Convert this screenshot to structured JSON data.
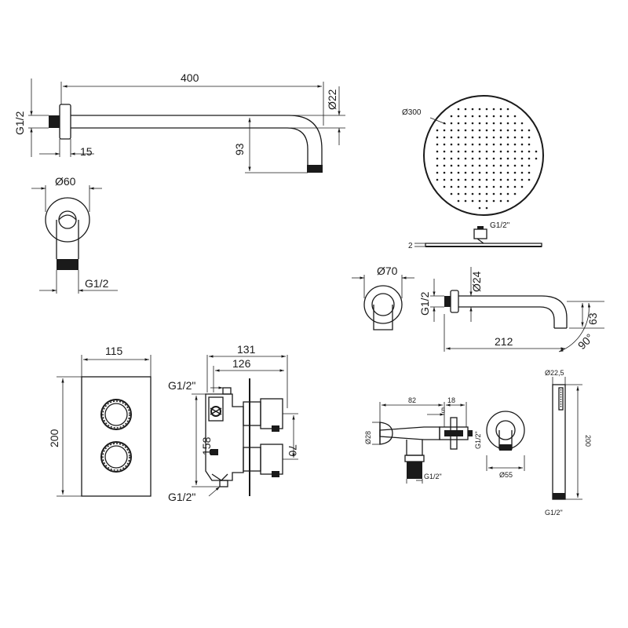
{
  "arm": {
    "length": "400",
    "diameter": "Ø22",
    "thread": "G1/2",
    "flange": "15",
    "drop": "93"
  },
  "arm_flange": {
    "diameter": "Ø60",
    "thread": "G1/2"
  },
  "head": {
    "diameter": "Ø300",
    "thread": "G1/2\"",
    "thickness": "2"
  },
  "spout_flange": {
    "diameter": "Ø70"
  },
  "spout": {
    "thread": "G1/2",
    "diameter": "Ø24",
    "height": "63",
    "length": "212",
    "angle": "90°"
  },
  "plate": {
    "width": "115",
    "height": "200"
  },
  "valve": {
    "depth_outer": "131",
    "depth_inner": "126",
    "thread_top": "G1/2\"",
    "thread_bottom": "G1/2\"",
    "body_height": "158",
    "spacing": "70"
  },
  "outlet": {
    "length": "82",
    "flange": "18",
    "tip": "5",
    "diameter": "Ø28",
    "thread_side": "G1/2\"",
    "thread_bottom": "G1/2\"",
    "rosette": "Ø55"
  },
  "hand_shower": {
    "diameter": "Ø22,5",
    "length": "200",
    "thread": "G1/2\""
  }
}
